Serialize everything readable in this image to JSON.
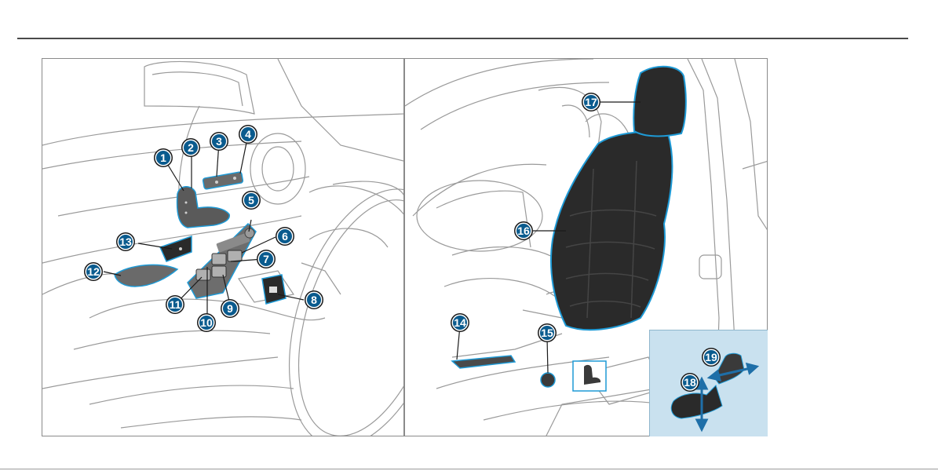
{
  "callouts": {
    "c1": "1",
    "c2": "2",
    "c3": "3",
    "c4": "4",
    "c5": "5",
    "c6": "6",
    "c7": "7",
    "c8": "8",
    "c9": "9",
    "c10": "10",
    "c11": "11",
    "c12": "12",
    "c13": "13",
    "c14": "14",
    "c15": "15",
    "c16": "16",
    "c17": "17",
    "c18": "18",
    "c19": "19"
  },
  "colors": {
    "callout_fill": "#0a5b8e",
    "callout_ring": "#ffffff",
    "callout_outer": "#1a1a1a",
    "highlight_outline": "#1e9ad6",
    "seat_fill": "#2a2a2a",
    "inset_bg": "#c9e1ef",
    "line_art": "#9a9a9a"
  }
}
